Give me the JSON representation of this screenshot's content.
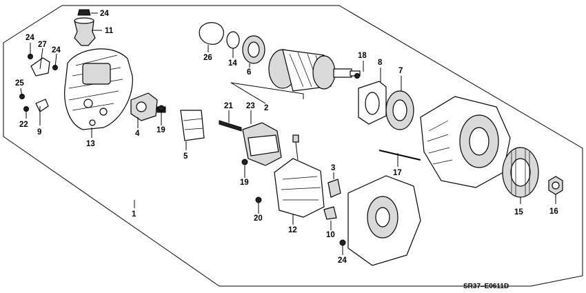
{
  "diagram": {
    "code": "SR37–E0611D",
    "callouts": [
      "1",
      "2",
      "3",
      "4",
      "5",
      "6",
      "7",
      "8",
      "9",
      "10",
      "11",
      "12",
      "13",
      "14",
      "15",
      "16",
      "17",
      "18",
      "19",
      "19",
      "20",
      "21",
      "22",
      "23",
      "24",
      "24",
      "24",
      "24",
      "25",
      "26",
      "27"
    ]
  }
}
